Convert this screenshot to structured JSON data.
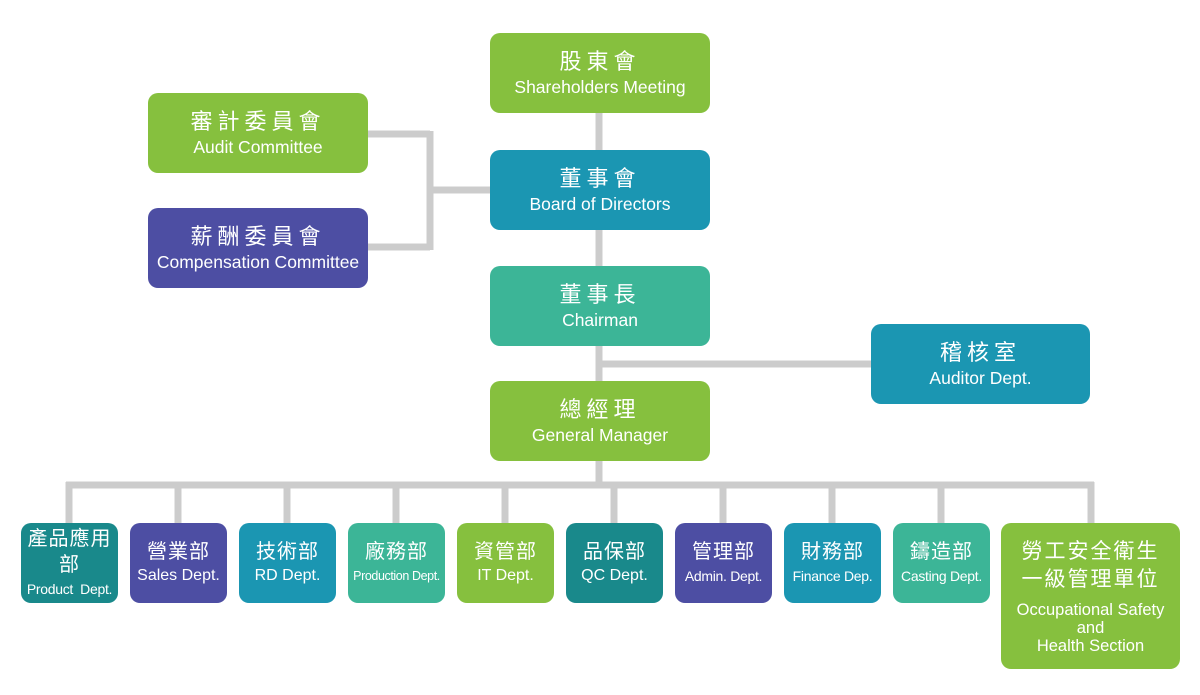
{
  "colors": {
    "green": "#86c03e",
    "teal": "#1b96b2",
    "mint": "#3cb597",
    "indigo": "#4d4ea3",
    "dark_teal": "#19898b",
    "line": "#cccccc"
  },
  "nodes": {
    "shareholders": {
      "zh": "股東會",
      "en": "Shareholders Meeting"
    },
    "audit_committee": {
      "zh": "審計委員會",
      "en": "Audit Committee"
    },
    "compensation_committee": {
      "zh": "薪酬委員會",
      "en": "Compensation Committee"
    },
    "board": {
      "zh": "董事會",
      "en": "Board of Directors"
    },
    "chairman": {
      "zh": "董事長",
      "en": "Chairman"
    },
    "auditor": {
      "zh": "稽核室",
      "en": "Auditor Dept."
    },
    "gm": {
      "zh": "總經理",
      "en": "General Manager"
    }
  },
  "departments": [
    {
      "zh": "產品應用部",
      "en": "Product  Dept."
    },
    {
      "zh": "營業部",
      "en": "Sales Dept."
    },
    {
      "zh": "技術部",
      "en": "RD Dept."
    },
    {
      "zh": "廠務部",
      "en": "Production Dept."
    },
    {
      "zh": "資管部",
      "en": "IT Dept."
    },
    {
      "zh": "品保部",
      "en": "QC Dept."
    },
    {
      "zh": "管理部",
      "en": "Admin. Dept."
    },
    {
      "zh": "財務部",
      "en": "Finance Dep."
    },
    {
      "zh": "鑄造部",
      "en": "Casting Dept."
    }
  ],
  "osh": {
    "zh_line1": "勞工安全衛生",
    "zh_line2": "一級管理單位",
    "en_line1": "Occupational Safety",
    "en_line2": "and",
    "en_line3": "Health Section"
  }
}
